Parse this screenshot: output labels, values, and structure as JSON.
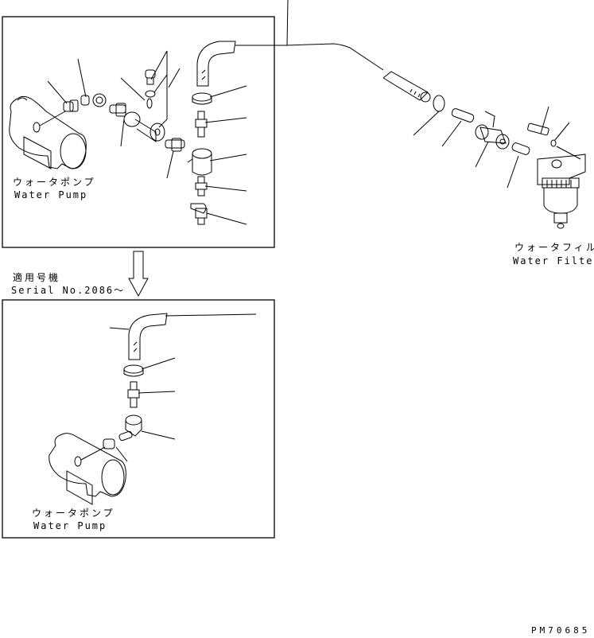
{
  "diagram": {
    "type": "exploded parts diagram",
    "top_panel": {
      "pump_label_jp": "ウォータポンプ",
      "pump_label_en": "Water Pump"
    },
    "bottom_panel": {
      "applicable_label_jp": "適用号機",
      "serial_label": "Serial No.2086～",
      "pump_label_jp": "ウォータポンプ",
      "pump_label_en": "Water Pump"
    },
    "filter": {
      "label_jp": "ウォータフィルタ",
      "label_en": "Water Filter"
    },
    "drawing_code": "PM70685",
    "line_color": "#000000",
    "background": "#ffffff"
  }
}
